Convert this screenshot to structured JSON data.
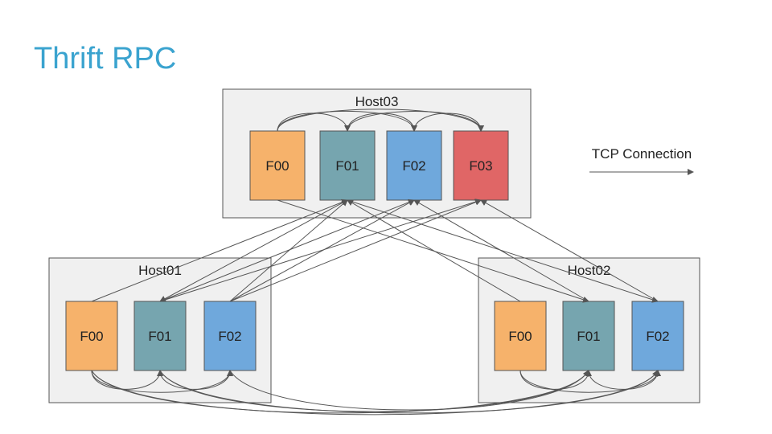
{
  "title": "Thrift RPC",
  "legend": {
    "label": "TCP Connection"
  },
  "colors": {
    "F00": "#f6b26b",
    "F01": "#76a5af",
    "F02": "#6fa8dc",
    "F03": "#e06666"
  },
  "hosts": [
    {
      "id": "host03",
      "label": "Host03",
      "nodes": [
        "F00",
        "F01",
        "F02",
        "F03"
      ]
    },
    {
      "id": "host01",
      "label": "Host01",
      "nodes": [
        "F00",
        "F01",
        "F02"
      ]
    },
    {
      "id": "host02",
      "label": "Host02",
      "nodes": [
        "F00",
        "F01",
        "F02"
      ]
    }
  ],
  "connections": [
    [
      "host03.F00",
      "host03.F01"
    ],
    [
      "host03.F00",
      "host03.F02"
    ],
    [
      "host03.F00",
      "host03.F03"
    ],
    [
      "host03.F01",
      "host03.F02"
    ],
    [
      "host03.F01",
      "host03.F03"
    ],
    [
      "host03.F02",
      "host03.F03"
    ],
    [
      "host01.F00",
      "host03.F01"
    ],
    [
      "host01.F01",
      "host03.F02"
    ],
    [
      "host01.F01",
      "host03.F03"
    ],
    [
      "host01.F02",
      "host03.F01"
    ],
    [
      "host01.F02",
      "host03.F02"
    ],
    [
      "host01.F02",
      "host03.F03"
    ],
    [
      "host02.F00",
      "host03.F01"
    ],
    [
      "host02.F01",
      "host03.F02"
    ],
    [
      "host02.F02",
      "host03.F03"
    ],
    [
      "host03.F00",
      "host02.F01"
    ],
    [
      "host03.F01",
      "host02.F02"
    ],
    [
      "host03.F01",
      "host01.F01"
    ],
    [
      "host01.F00",
      "host01.F01"
    ],
    [
      "host01.F00",
      "host01.F02"
    ],
    [
      "host01.F01",
      "host01.F02"
    ],
    [
      "host02.F00",
      "host02.F01"
    ],
    [
      "host02.F00",
      "host02.F02"
    ],
    [
      "host02.F01",
      "host02.F02"
    ],
    [
      "host01.F00",
      "host02.F01"
    ],
    [
      "host01.F01",
      "host02.F02"
    ],
    [
      "host01.F02",
      "host02.F01"
    ],
    [
      "host01.F00",
      "host02.F02"
    ],
    [
      "host01.F01",
      "host02.F01"
    ]
  ]
}
